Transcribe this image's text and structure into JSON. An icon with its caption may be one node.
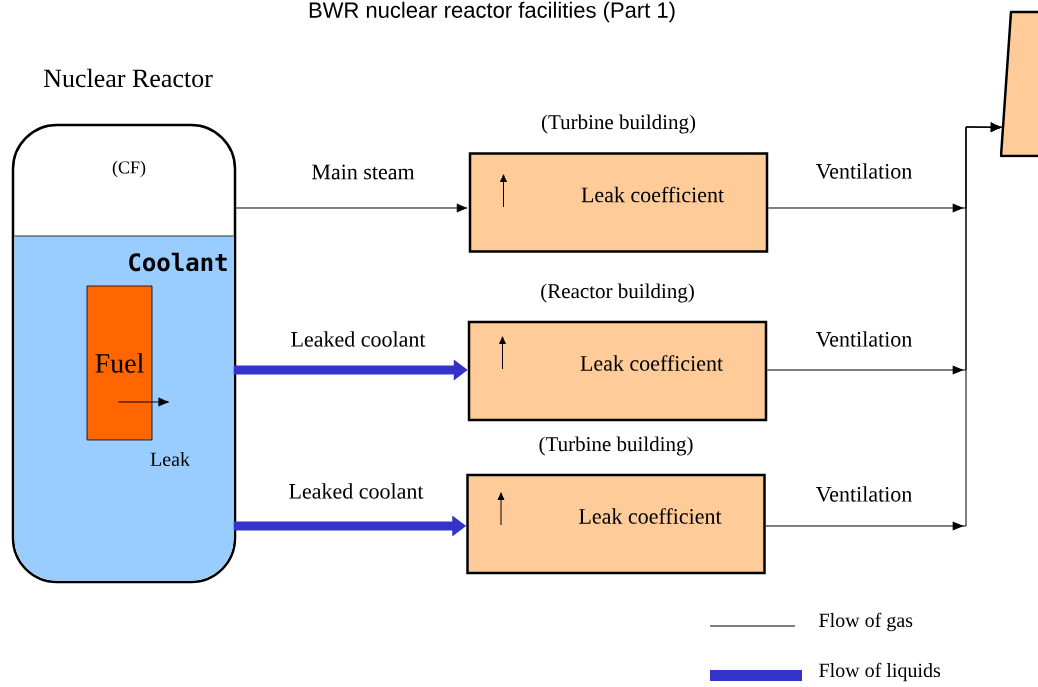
{
  "diagram": {
    "title": "BWR nuclear reactor facilities (Part 1)",
    "nodes": [
      {
        "text": [
          "Nuclear Reactor",
          "(CF)"
        ]
      },
      {
        "text": [
          "Coolant"
        ],
        "in": 0
      },
      {
        "text": [
          "Fuel"
        ],
        "in": 1
      },
      {
        "text": [
          "(Turbine building)",
          "Leak coefficient"
        ]
      },
      {
        "text": [
          "(Reactor building)",
          "Leak coefficient"
        ]
      },
      {
        "text": [
          "(Turbine building)",
          "Leak coefficient"
        ]
      },
      {
        "text": [],
        "shape": "chimney"
      }
    ],
    "edges": [
      {
        "from": 0,
        "to": 3,
        "arrow": "to",
        "label": "Main steam"
      },
      {
        "from": 1,
        "to": 4,
        "arrow": "to",
        "label": "Leaked coolant",
        "style": "thick",
        "color": "#3333cc"
      },
      {
        "from": 1,
        "to": 5,
        "arrow": "to",
        "label": "Leaked coolant",
        "style": "thick",
        "color": "#3333cc"
      },
      {
        "from": 2,
        "to": null,
        "arrow": "to",
        "label": "Leak"
      },
      {
        "from": 3,
        "to": 6,
        "arrow": "to",
        "label": "Ventilation"
      },
      {
        "from": 4,
        "to": 6,
        "arrow": "to",
        "label": "Ventilation"
      },
      {
        "from": 5,
        "to": 6,
        "arrow": "to",
        "label": "Ventilation"
      }
    ],
    "legend": [
      {
        "text": "Flow of gas"
      },
      {
        "text": "Flow of liquids",
        "color": "#3333cc"
      }
    ]
  }
}
